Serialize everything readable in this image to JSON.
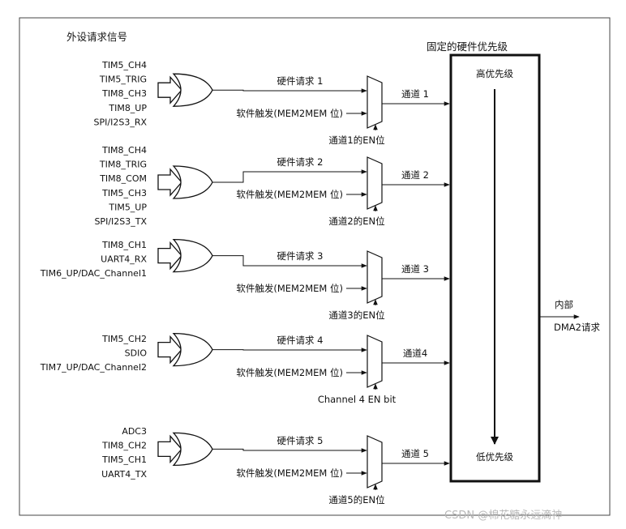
{
  "header": {
    "sources_title": "外设请求信号",
    "priority_title": "固定的硬件优先级"
  },
  "channels": [
    {
      "signals": [
        "TIM5_CH4",
        "TIM5_TRIG",
        "TIM8_CH3",
        "TIM8_UP",
        "SPI/I2S3_RX"
      ],
      "hw_request": "硬件请求 1",
      "sw_trigger": "软件触发(MEM2MEM 位)",
      "channel": "通道 1",
      "enable": "通道1的EN位"
    },
    {
      "signals": [
        "TIM8_CH4",
        "TIM8_TRIG",
        "TIM8_COM",
        "TIM5_CH3",
        "TIM5_UP",
        "SPI/I2S3_TX"
      ],
      "hw_request": "硬件请求 2",
      "sw_trigger": "软件触发(MEM2MEM 位)",
      "channel": "通道 2",
      "enable": "通道2的EN位"
    },
    {
      "signals": [
        "TIM8_CH1",
        "UART4_RX",
        "TIM6_UP/DAC_Channel1"
      ],
      "hw_request": "硬件请求 3",
      "sw_trigger": "软件触发(MEM2MEM 位)",
      "channel": "通道 3",
      "enable": "通道3的EN位"
    },
    {
      "signals": [
        "TIM5_CH2",
        "SDIO",
        "TIM7_UP/DAC_Channel2"
      ],
      "hw_request": "硬件请求 4",
      "sw_trigger": "软件触发(MEM2MEM 位)",
      "channel": "通道4",
      "enable": "Channel 4 EN bit"
    },
    {
      "signals": [
        "ADC3",
        "TIM8_CH2",
        "TIM5_CH1",
        "UART4_TX"
      ],
      "hw_request": "硬件请求 5",
      "sw_trigger": "软件触发(MEM2MEM 位)",
      "channel": "通道 5",
      "enable": "通道5的EN位"
    }
  ],
  "priority": {
    "high": "高优先级",
    "low": "低优先级"
  },
  "output": {
    "label": "内部",
    "target": "DMA2请求"
  },
  "watermark": "CSDN @棉花糖永远滴神"
}
